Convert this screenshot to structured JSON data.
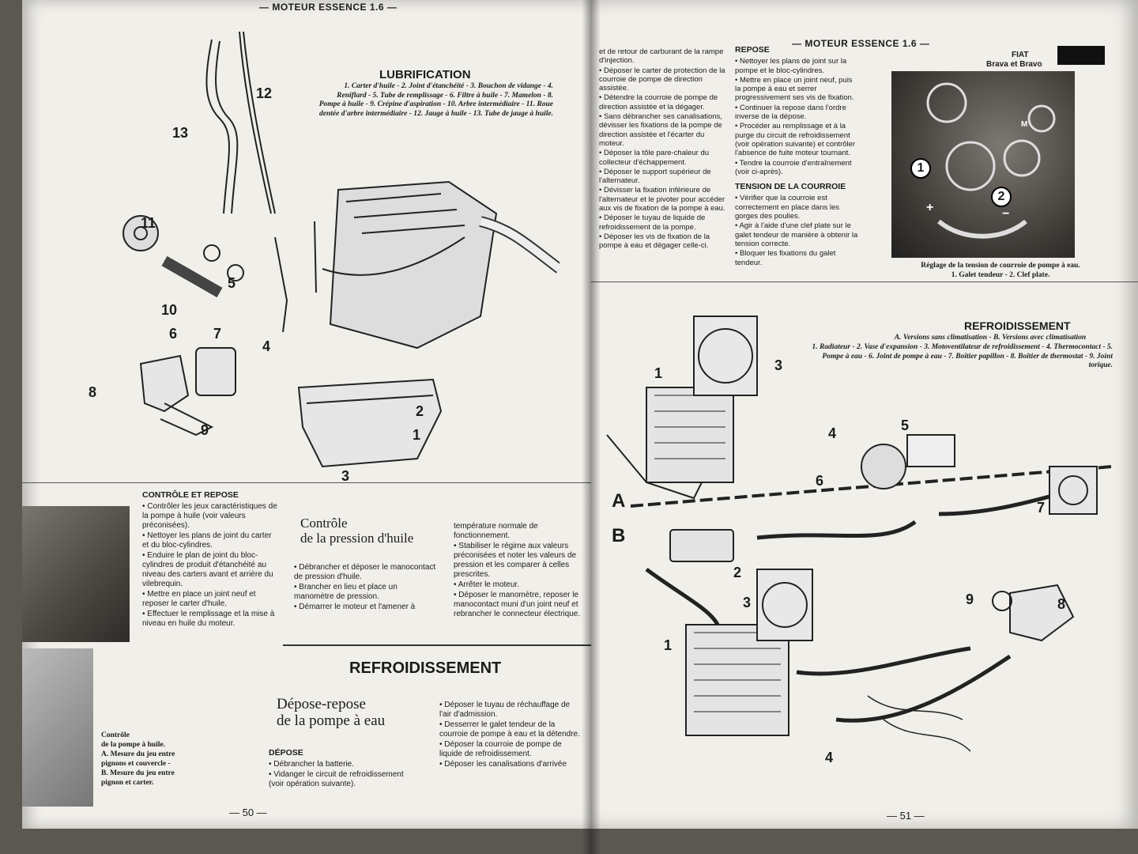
{
  "left_page": {
    "running_head": "— MOTEUR ESSENCE 1.6 —",
    "lubrification": {
      "title": "LUBRIFICATION",
      "legend": "1. Carter d'huile - 2. Joint d'étanchéité - 3. Bouchon de vidange - 4. Reniflard - 5. Tube de remplissage - 6. Filtre à huile - 7. Mamelon - 8. Pompe à huile - 9. Crépine d'aspiration - 10. Arbre intermédiaire - 11. Roue dentée d'arbre intermédiaire - 12. Jauge à huile - 13. Tube de jauge à huile.",
      "callouts": [
        "1",
        "2",
        "3",
        "4",
        "5",
        "6",
        "7",
        "8",
        "9",
        "10",
        "11",
        "12",
        "13"
      ]
    },
    "controle_repose": {
      "heading": "CONTRÔLE ET REPOSE",
      "items": [
        "• Contrôler les jeux caractéristiques de la pompe à huile (voir valeurs préconisées).",
        "• Nettoyer les plans de joint du carter et du bloc-cylindres.",
        "• Enduire le plan de joint du bloc-cylindres de produit d'étanchéité au niveau des carters avant et arrière du vilebrequin.",
        "• Mettre en place un joint neuf et reposer le carter d'huile.",
        "• Effectuer le remplissage et la mise à niveau en huile du moteur."
      ]
    },
    "pression_huile": {
      "heading_line1": "Contrôle",
      "heading_line2": "de la pression d'huile",
      "items": [
        "• Débrancher et déposer le manocontact de pression d'huile.",
        "• Brancher en lieu et place un manomètre de pression.",
        "• Démarrer le moteur et l'amener à"
      ],
      "items_col2": [
        "température normale de fonctionnement.",
        "• Stabiliser le régime aux valeurs préconisées et noter les valeurs de pression et les comparer à celles prescrites.",
        "• Arrêter le moteur.",
        "• Déposer le manomètre, reposer le manocontact muni d'un joint neuf et rebrancher le connecteur électrique."
      ]
    },
    "refroidissement": {
      "title": "REFROIDISSEMENT",
      "sub_line1": "Dépose-repose",
      "sub_line2": "de la pompe à eau",
      "depose_heading": "DÉPOSE",
      "items": [
        "• Débrancher la batterie.",
        "• Vidanger le circuit de refroidissement (voir opération suivante)."
      ],
      "items_col2": [
        "• Déposer le tuyau de réchauffage de l'air d'admission.",
        "• Desserrer le galet tendeur de la courroie de pompe à eau et la détendre.",
        "• Déposer la courroie de pompe de liquide de refroidissement.",
        "• Déposer les canalisations d'arrivée"
      ]
    },
    "photo_caption": {
      "line1": "Contrôle",
      "line2": "de la pompe à huile.",
      "line3": "A. Mesure du jeu entre pignons et couvercle -",
      "line4": "B. Mesure du jeu entre pignon et carter."
    },
    "page_number": "— 50 —"
  },
  "right_page": {
    "running_head": "— MOTEUR ESSENCE 1.6 —",
    "brand": "FIAT",
    "model": "Brava et Bravo",
    "col1": [
      "et de retour de carburant de la rampe d'injection.",
      "• Déposer le carter de protection de la courroie de pompe de direction assistée.",
      "• Détendre la courroie de pompe de direction assistée et la dégager.",
      "• Sans débrancher ses canalisations, dévisser les fixations de la pompe de direction assistée et l'écarter du moteur.",
      "• Déposer la tôle pare-chaleur du collecteur d'échappement.",
      "• Déposer le support supérieur de l'alternateur.",
      "• Dévisser la fixation inférieure de l'alternateur et le pivoter pour accéder aux vis de fixation de la pompe à eau.",
      "• Déposer le tuyau de liquide de refroidissement de la pompe.",
      "• Déposer les vis de fixation de la pompe à eau et dégager celle-ci."
    ],
    "repose": {
      "heading": "REPOSE",
      "items": [
        "• Nettoyer les plans de joint sur la pompe et le bloc-cylindres.",
        "• Mettre en place un joint neuf, puis la pompe à eau et serrer progressivement ses vis de fixation.",
        "• Continuer la repose dans l'ordre inverse de la dépose.",
        "• Procéder au remplissage et à la purge du circuit de refroidissement (voir opération suivante) et contrôler l'absence de fuite moteur tournant.",
        "• Tendre la courroie d'entraînement (voir ci-après)."
      ]
    },
    "tension": {
      "heading": "TENSION DE LA COURROIE",
      "items": [
        "• Vérifier que la courroie est correctement en place dans les gorges des poulies.",
        "• Agir à l'aide d'une clef plate sur le galet tendeur de manière à obtenir la tension correcte.",
        "• Bloquer les fixations du galet tendeur."
      ]
    },
    "photo_caption_line1": "Réglage de la tension de courroie de pompe à eau.",
    "photo_caption_line2": "1. Galet tendeur - 2. Clef plate.",
    "photo_callouts": [
      "1",
      "2",
      "+",
      "−",
      "M"
    ],
    "refroidissement_diagram": {
      "title": "REFROIDISSEMENT",
      "subtitle": "A. Versions sans climatisation - B. Versions avec climatisation",
      "legend": "1. Radiateur - 2. Vase d'expansion - 3. Motoventilateur de refroidissement - 4. Thermocontact - 5. Pompe à eau - 6. Joint de pompe à eau - 7. Boîtier papillon - 8. Boîtier de thermostat - 9. Joint torique.",
      "label_A": "A",
      "label_B": "B",
      "callouts": [
        "1",
        "2",
        "3",
        "4",
        "5",
        "6",
        "7",
        "8",
        "9",
        "1",
        "3",
        "4"
      ]
    },
    "page_number": "— 51 —"
  }
}
